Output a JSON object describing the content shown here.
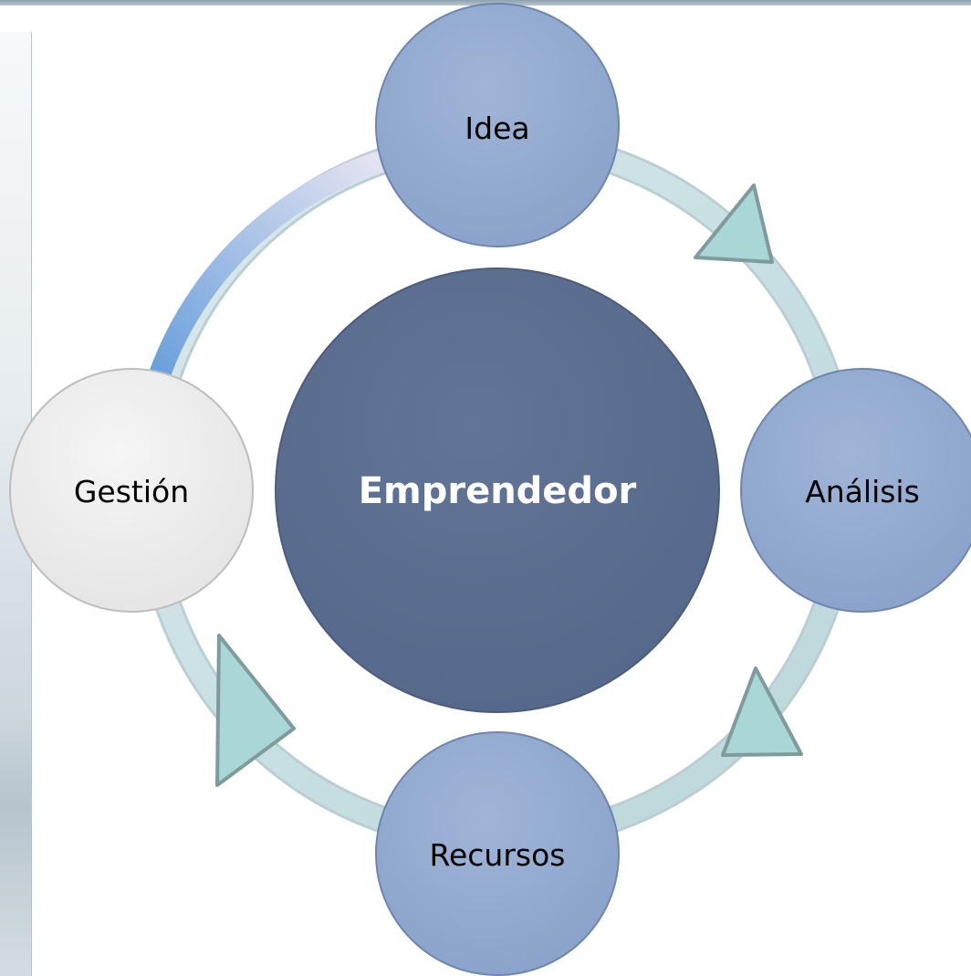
{
  "diagram": {
    "center": {
      "label": "Emprendedor"
    },
    "nodes": [
      {
        "id": "idea",
        "label": "Idea"
      },
      {
        "id": "analisis",
        "label": "Análisis"
      },
      {
        "id": "recursos",
        "label": "Recursos"
      },
      {
        "id": "gestion",
        "label": "Gestión"
      }
    ]
  },
  "colors": {
    "node_fill": "#94abd0",
    "center_fill": "#5b6e92",
    "gestion_fill": "#ededed",
    "ring": "#c9e2e4",
    "arrow_fill": "#a9d6d6",
    "arrow_stroke": "#7f9b9b"
  }
}
